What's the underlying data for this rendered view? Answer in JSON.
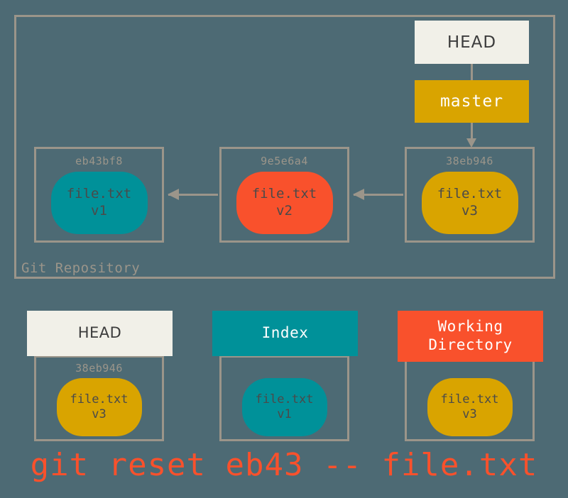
{
  "background_color": "#4d6a74",
  "colors": {
    "background": "#4d6a74",
    "border_gray": "#9b958a",
    "cream": "#f1f0e8",
    "gold": "#d9a400",
    "teal": "#009199",
    "orange_red": "#f9512c",
    "blob_text": "#4a4a4a"
  },
  "repository": {
    "label": "Git Repository",
    "head_pointer": "HEAD",
    "branch_pointer": "master",
    "commits": [
      {
        "hash": "eb43bf8",
        "file": "file.txt",
        "version": "v1",
        "color": "#009199"
      },
      {
        "hash": "9e5e6a4",
        "file": "file.txt",
        "version": "v2",
        "color": "#f9512c"
      },
      {
        "hash": "38eb946",
        "file": "file.txt",
        "version": "v3",
        "color": "#d9a400"
      }
    ]
  },
  "areas": [
    {
      "title": "HEAD",
      "title_color": "#3c3c3c",
      "header_bg": "#f1f0e8",
      "hash": "38eb946",
      "file": "file.txt",
      "version": "v3",
      "blob_color": "#d9a400"
    },
    {
      "title": "Index",
      "title_color": "#ffffff",
      "header_bg": "#009199",
      "hash": "",
      "file": "file.txt",
      "version": "v1",
      "blob_color": "#009199"
    },
    {
      "title": "Working\nDirectory",
      "title_line1": "Working",
      "title_line2": "Directory",
      "title_color": "#ffffff",
      "header_bg": "#f9512c",
      "hash": "",
      "file": "file.txt",
      "version": "v3",
      "blob_color": "#d9a400"
    }
  ],
  "command": "git reset eb43 -- file.txt"
}
